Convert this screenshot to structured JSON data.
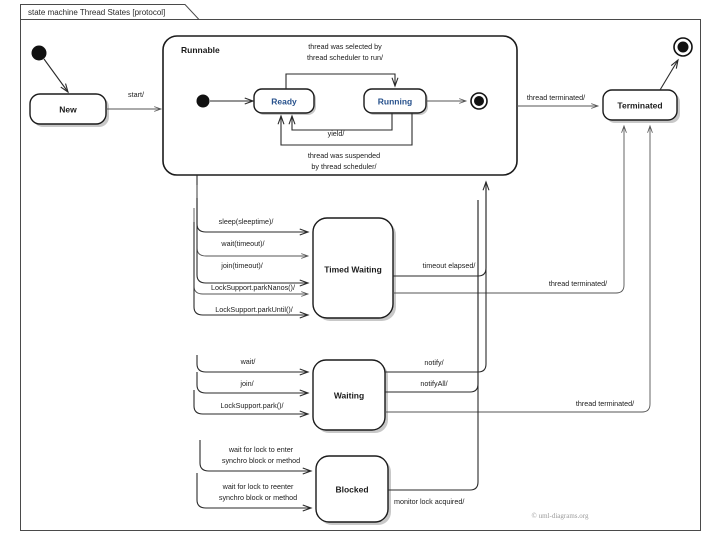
{
  "frame": {
    "title": "state machine Thread States [protocol]"
  },
  "watermark": "© uml-diagrams.org",
  "composite": {
    "runnable_label": "Runnable"
  },
  "states": {
    "new": "New",
    "ready": "Ready",
    "running": "Running",
    "terminated": "Terminated",
    "timed_waiting": "Timed Waiting",
    "waiting": "Waiting",
    "blocked": "Blocked"
  },
  "transitions": {
    "start": "start/",
    "selected_l1": "thread was selected by",
    "selected_l2": "thread scheduler to run/",
    "yield": "yield/",
    "suspended_l1": "thread was suspended",
    "suspended_l2": "by thread scheduler/",
    "thread_terminated_top": "thread terminated/",
    "thread_terminated_timed": "thread terminated/",
    "thread_terminated_waiting": "thread terminated/",
    "sleep": "sleep(sleeptime)/",
    "wait_timeout": "wait(timeout)/",
    "join_timeout": "join(timeout)/",
    "park_nanos": "LockSupport.parkNanos()/",
    "park_until": "LockSupport.parkUntil()/",
    "timeout_elapsed": "timeout elapsed/",
    "wait": "wait/",
    "join": "join/",
    "park": "LockSupport.park()/",
    "notify": "notify/",
    "notify_all": "notifyAll/",
    "lock_enter_l1": "wait for lock to enter",
    "lock_enter_l2": "synchro block or method",
    "lock_reenter_l1": "wait for lock to reenter",
    "lock_reenter_l2": "synchro block or method",
    "monitor_acquired": "monitor lock acquired/"
  },
  "colors": {
    "frame_stroke": "#4a4a4a",
    "state_stroke": "#1b1b1b",
    "accent_text": "#27518c",
    "edge": "#2a2a2a"
  },
  "icons": {
    "initial": "initial-pseudostate-node",
    "final": "final-state-node"
  }
}
